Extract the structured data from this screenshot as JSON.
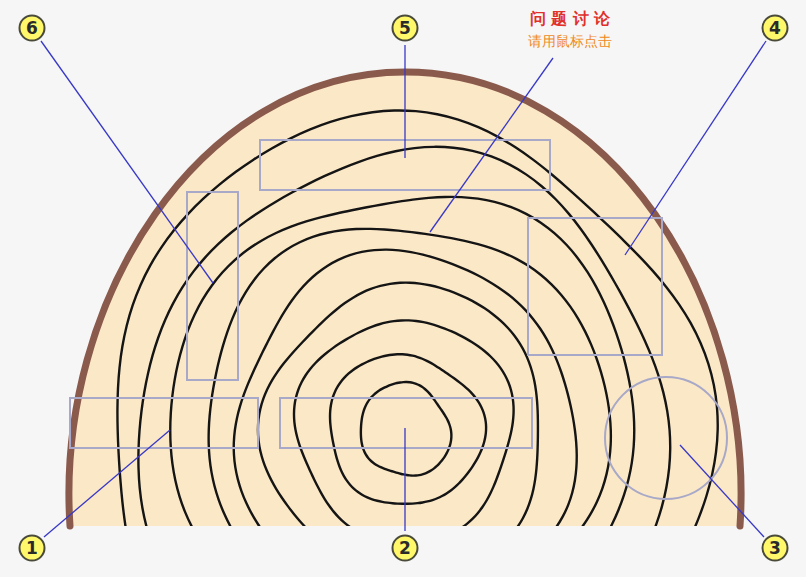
{
  "diagram": {
    "nodes": [
      {
        "text": [
          "6"
        ]
      },
      {
        "text": [
          "5"
        ]
      },
      {
        "text": [
          "4"
        ]
      },
      {
        "text": [
          "1"
        ]
      },
      {
        "text": [
          "2"
        ]
      },
      {
        "text": [
          "3"
        ]
      }
    ],
    "labels": [
      "问 题 讨 论",
      "请用鼠标点击"
    ]
  }
}
